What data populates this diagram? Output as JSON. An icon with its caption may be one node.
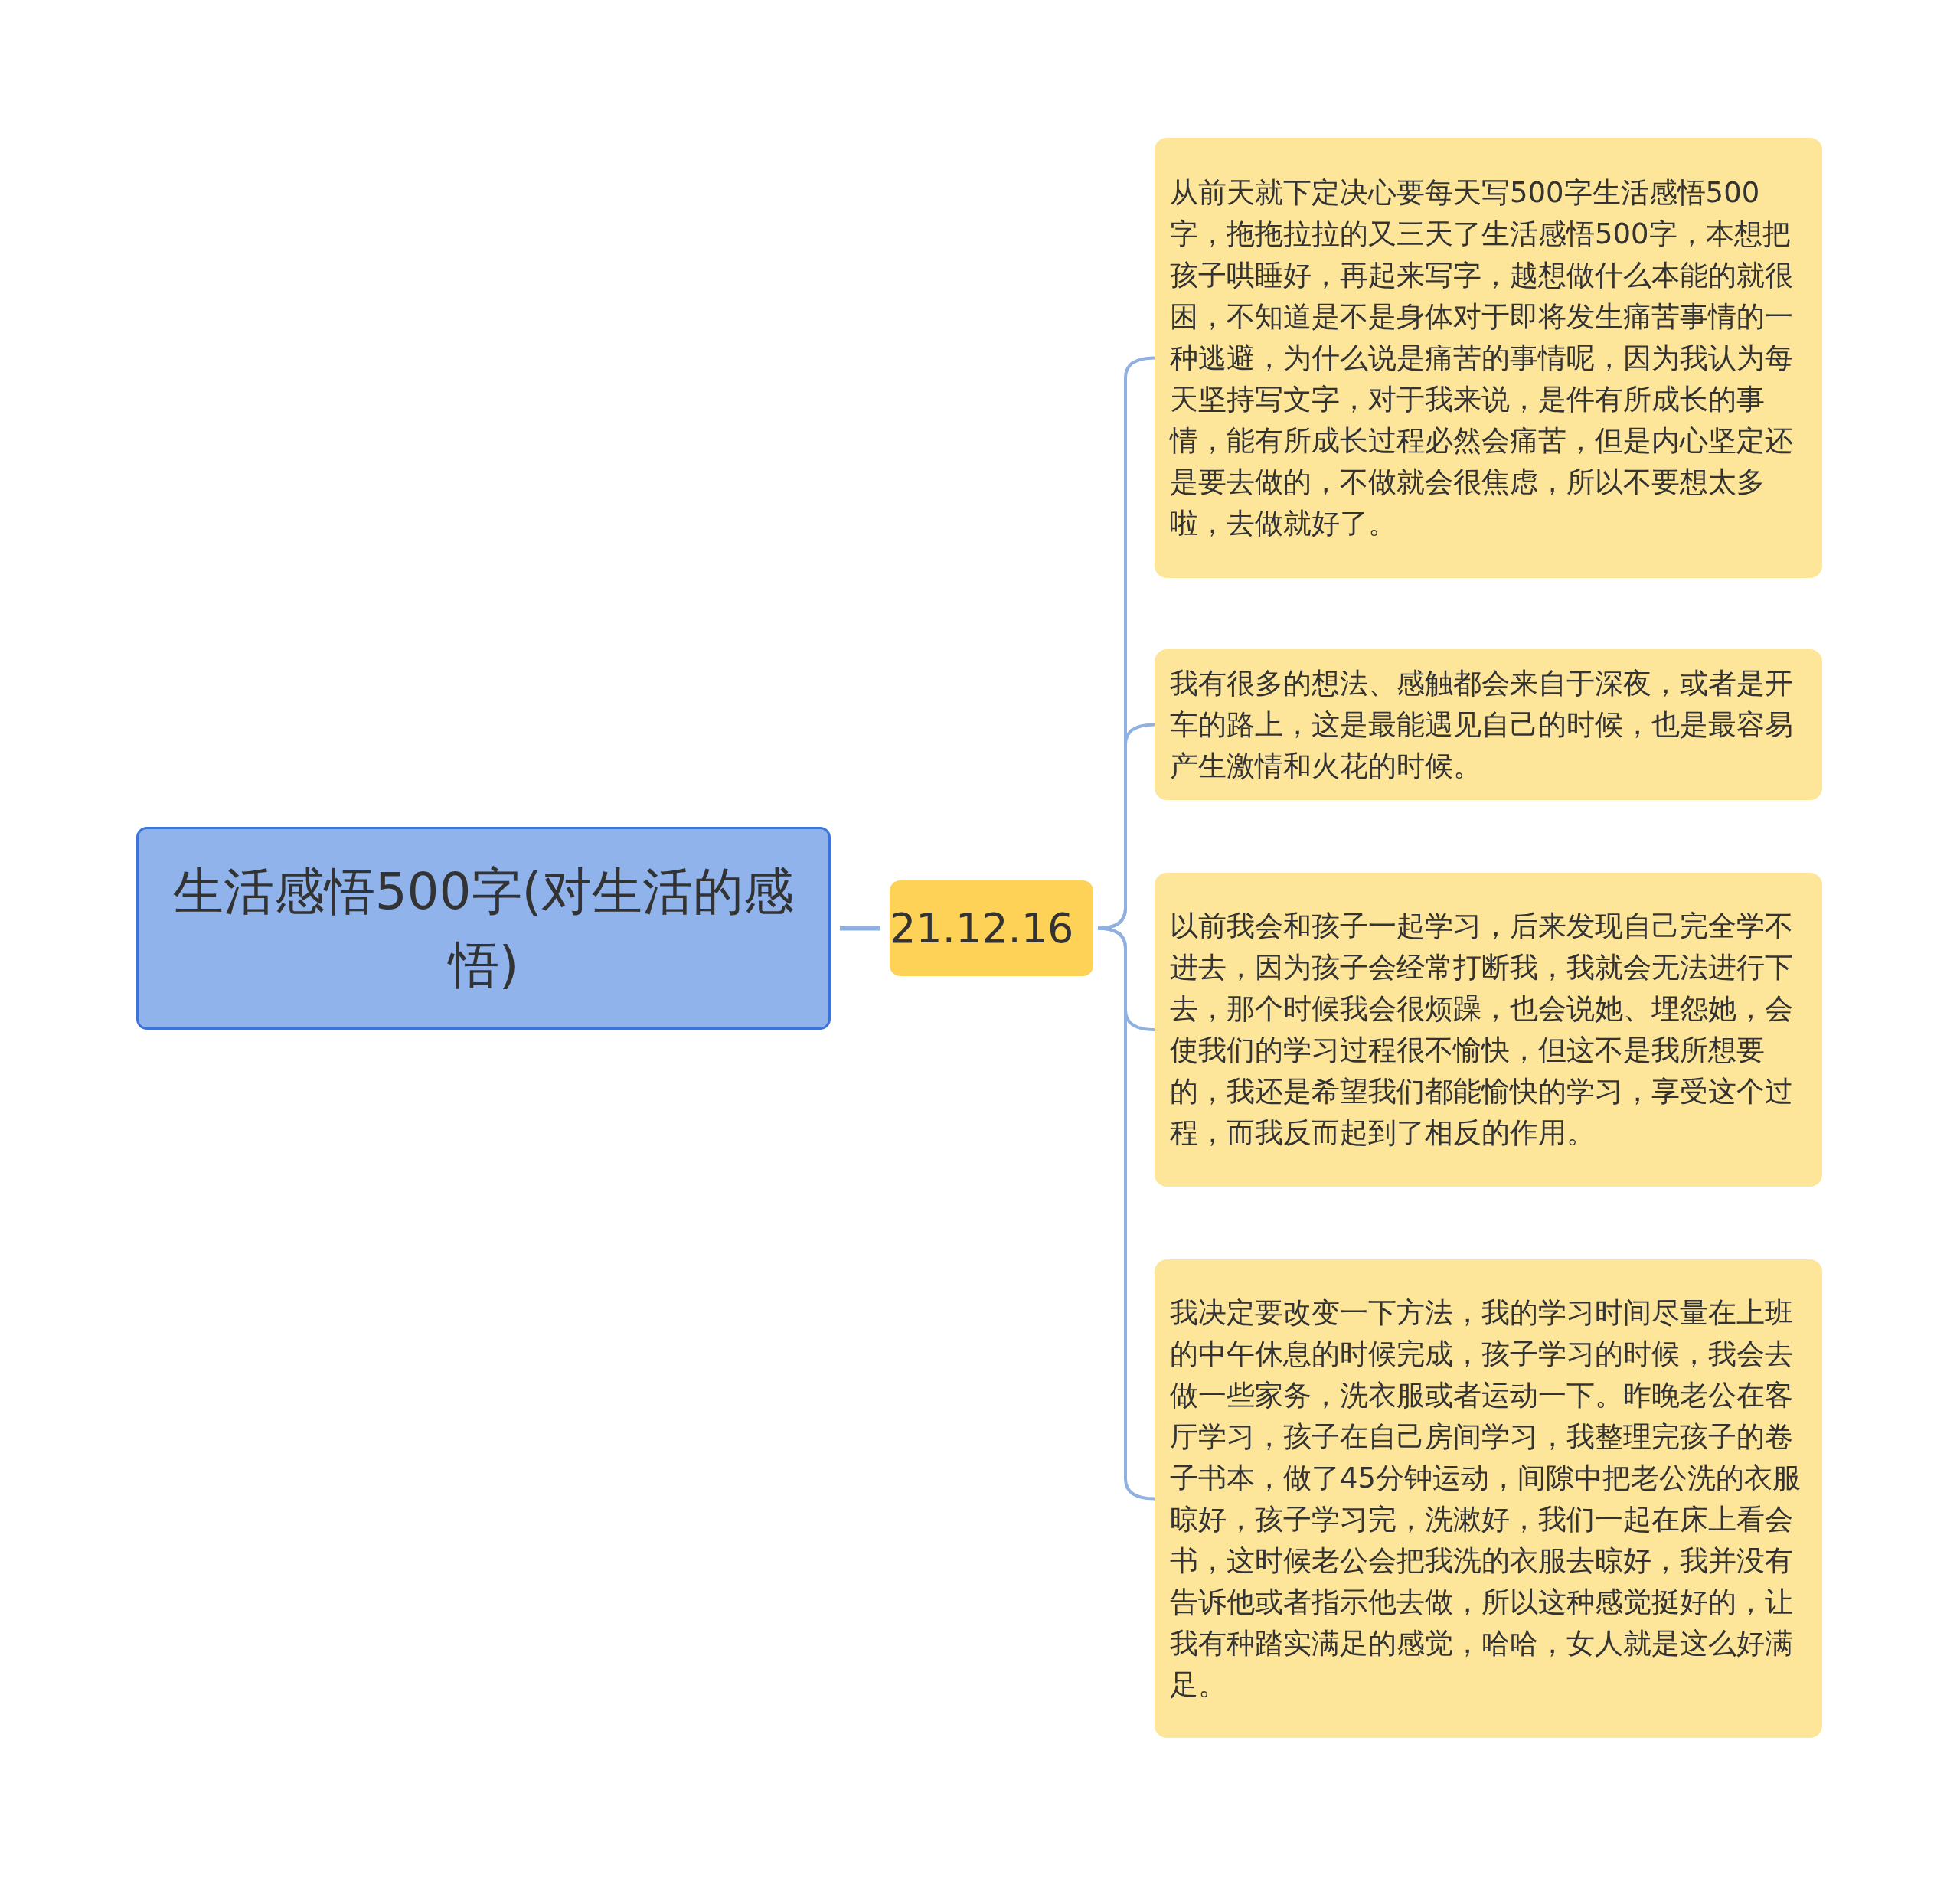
{
  "diagram": {
    "nodes": [
      {
        "text": [
          "生活感悟500字(对生活的感悟)"
        ]
      },
      {
        "text": [
          "21.12.16"
        ]
      },
      {
        "text": [
          "从前天就下定决心要每天写500字生活感悟500字，拖拖拉拉的又三天了生活感悟500字，本想把孩子哄睡好，再起来写字，越想做什么本能的就很困，不知道是不是身体对于即将发生痛苦事情的一种逃避，为什么说是痛苦的事情呢，因为我认为每天坚持写文字，对于我来说，是件有所成长的事情，能有所成长过程必然会痛苦，但是内心坚定还是要去做的，不做就会很焦虑，所以不要想太多啦，去做就好了。"
        ]
      },
      {
        "text": [
          "我有很多的想法、感触都会来自于深夜，或者是开车的路上，这是最能遇见自己的时候，也是最容易产生激情和火花的时候。"
        ]
      },
      {
        "text": [
          "以前我会和孩子一起学习，后来发现自己完全学不进去，因为孩子会经常打断我，我就会无法进行下去，那个时候我会很烦躁，也会说她、埋怨她，会使我们的学习过程很不愉快，但这不是我所想要的，我还是希望我们都能愉快的学习，享受这个过程，而我反而起到了相反的作用。"
        ]
      },
      {
        "text": [
          "我决定要改变一下方法，我的学习时间尽量在上班的中午休息的时候完成，孩子学习的时候，我会去做一些家务，洗衣服或者运动一下。昨晚老公在客厅学习，孩子在自己房间学习，我整理完孩子的卷子书本，做了45分钟运动，间隙中把老公洗的衣服晾好，孩子学习完，洗漱好，我们一起在床上看会书，这时候老公会把我洗的衣服去晾好，我并没有告诉他或者指示他去做，所以这种感觉挺好的，让我有种踏实满足的感觉，哈哈，女人就是这么好满足。"
        ]
      }
    ],
    "edges": [
      {
        "from": 0,
        "to": 1,
        "arrow": "none"
      },
      {
        "from": 1,
        "to": 2,
        "arrow": "none"
      },
      {
        "from": 1,
        "to": 3,
        "arrow": "none"
      },
      {
        "from": 1,
        "to": 4,
        "arrow": "none"
      },
      {
        "from": 1,
        "to": 5,
        "arrow": "none"
      }
    ]
  }
}
